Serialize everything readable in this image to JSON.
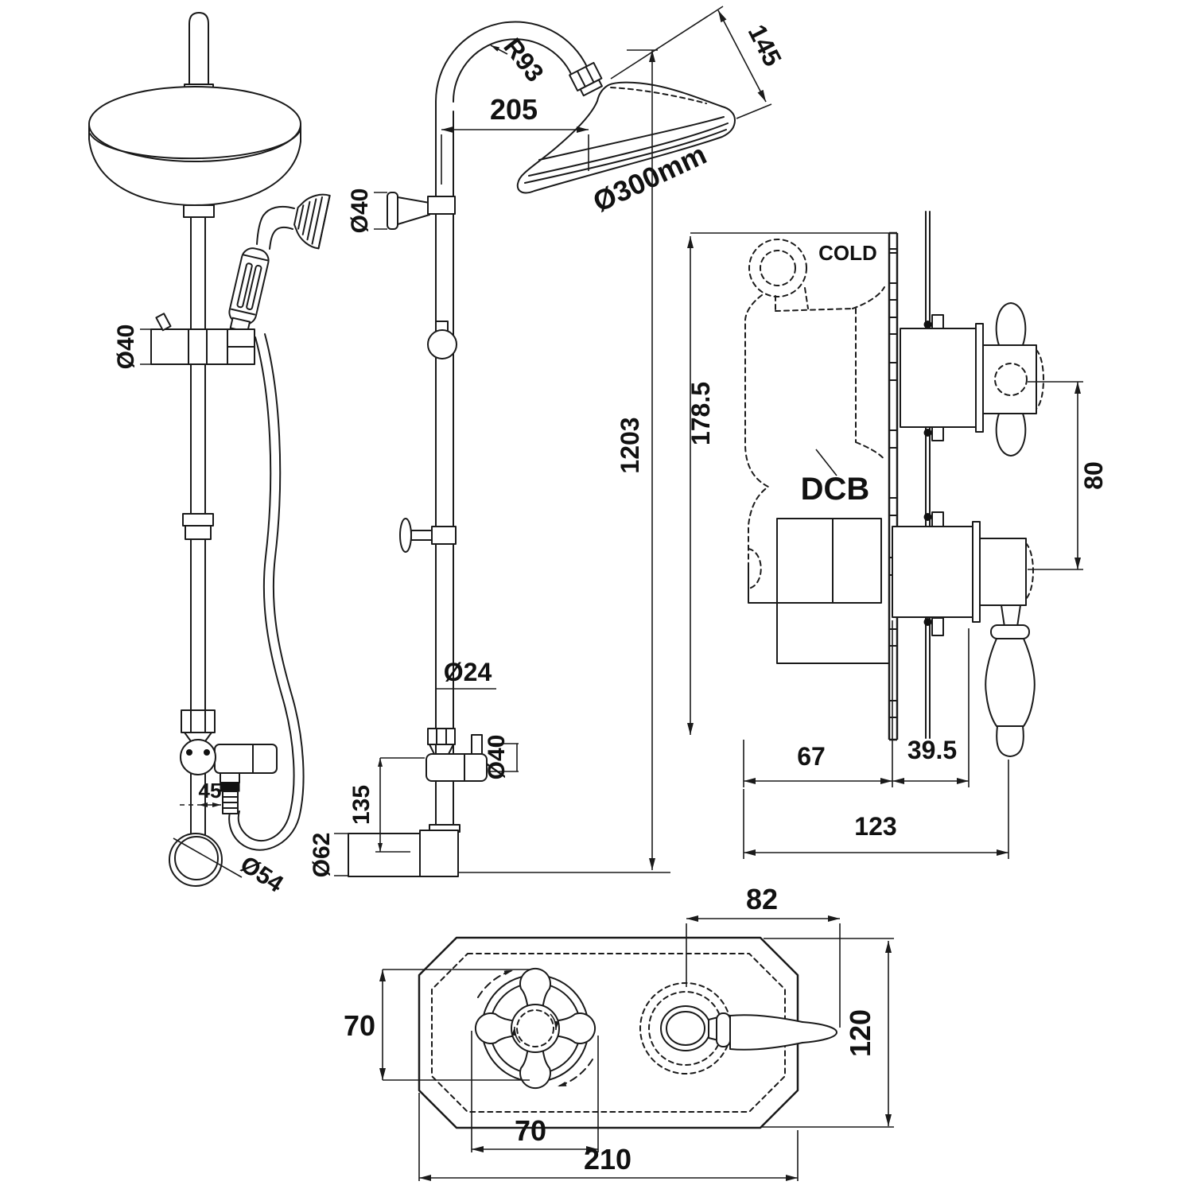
{
  "colors": {
    "line": "#1a1a1a",
    "text": "#111111",
    "background": "#ffffff",
    "seal_band": "#111111"
  },
  "views": {
    "column_side": {
      "labels": {
        "slider_diameter": "Ø40",
        "hose_connection_offset": "45",
        "wall_flange_diameter": "Ø54"
      }
    },
    "column_front": {
      "labels": {
        "bend_radius": "R93",
        "arm_projection": "205",
        "head_depth": "145",
        "head_diameter": "Ø300mm",
        "wall_bracket_diameter": "Ø40",
        "riser_height": "1203",
        "riser_pipe_diameter": "Ø24",
        "diverter_diameter": "Ø40",
        "inlet_height": "135",
        "base_flange_diameter": "Ø62"
      }
    },
    "valve_side": {
      "labels": {
        "cold_port": "COLD",
        "body_height": "178.5",
        "body_code": "DCB",
        "handle_centres": "80",
        "concealed_depth": "67",
        "handle_projection": "39.5",
        "overall_depth": "123"
      }
    },
    "valve_front": {
      "labels": {
        "lever_reach": "82",
        "crosshead_diameter": "70",
        "plate_height": "120",
        "crosshead_centre_offset": "70",
        "plate_width": "210"
      }
    }
  }
}
